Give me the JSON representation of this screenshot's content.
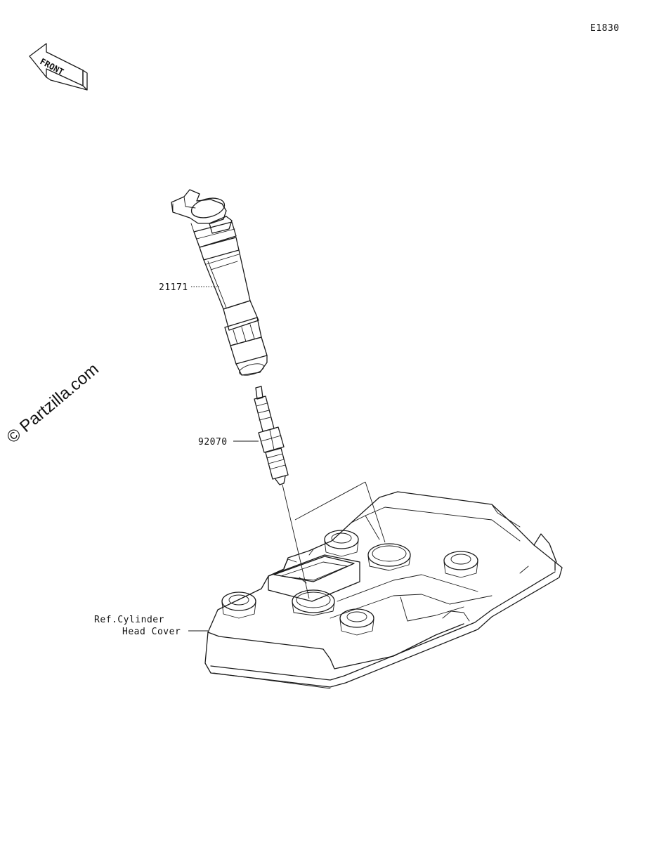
{
  "diagram_code": "E1830",
  "front_arrow": {
    "label": "FRONT"
  },
  "watermark": "© Partzilla.com",
  "callouts": {
    "ignition_coil": "21171",
    "spark_plug": "92070",
    "reference_line1": "Ref.Cylinder",
    "reference_line2": "Head Cover"
  }
}
